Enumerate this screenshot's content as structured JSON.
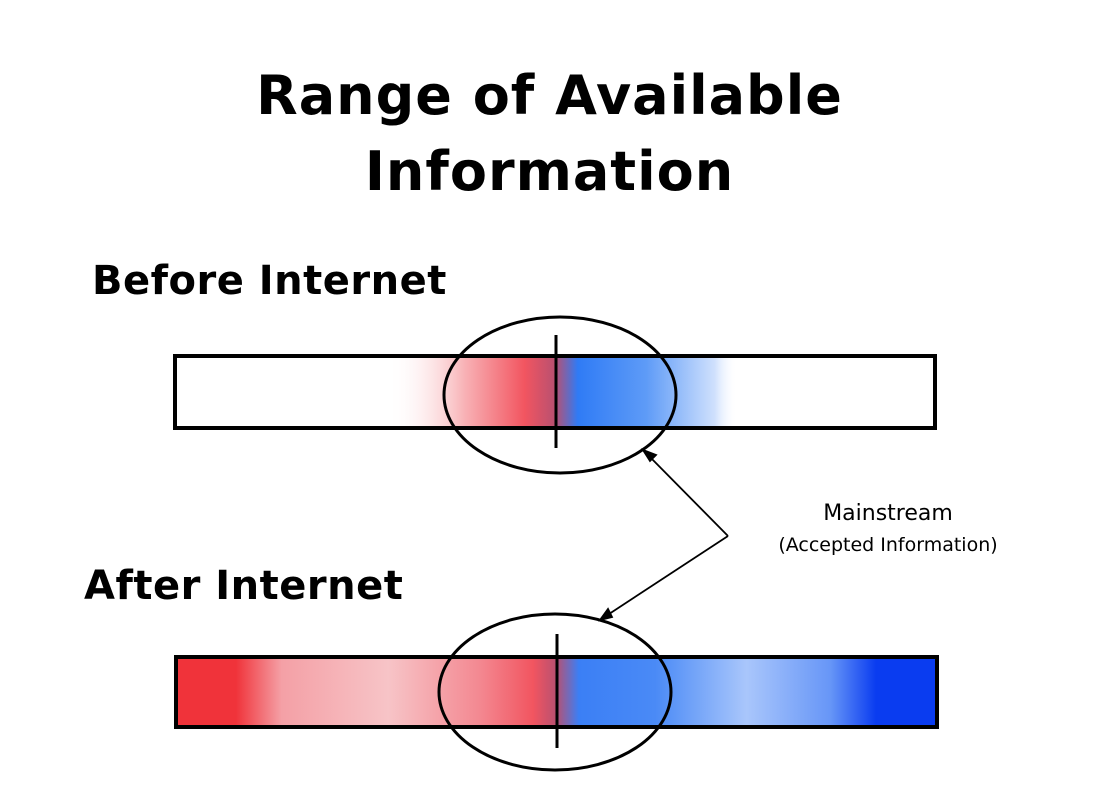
{
  "title": {
    "line1": "Range of Available",
    "line2": "Information"
  },
  "sections": {
    "before": {
      "label": "Before Internet"
    },
    "after": {
      "label": "After Internet"
    }
  },
  "annotation": {
    "main": "Mainstream",
    "sub": "(Accepted Information)"
  },
  "colors": {
    "left": "#f0333a",
    "right": "#0a3cf0",
    "center_left": "#f25560",
    "center_right": "#2f7bf5",
    "stroke": "#000000"
  }
}
